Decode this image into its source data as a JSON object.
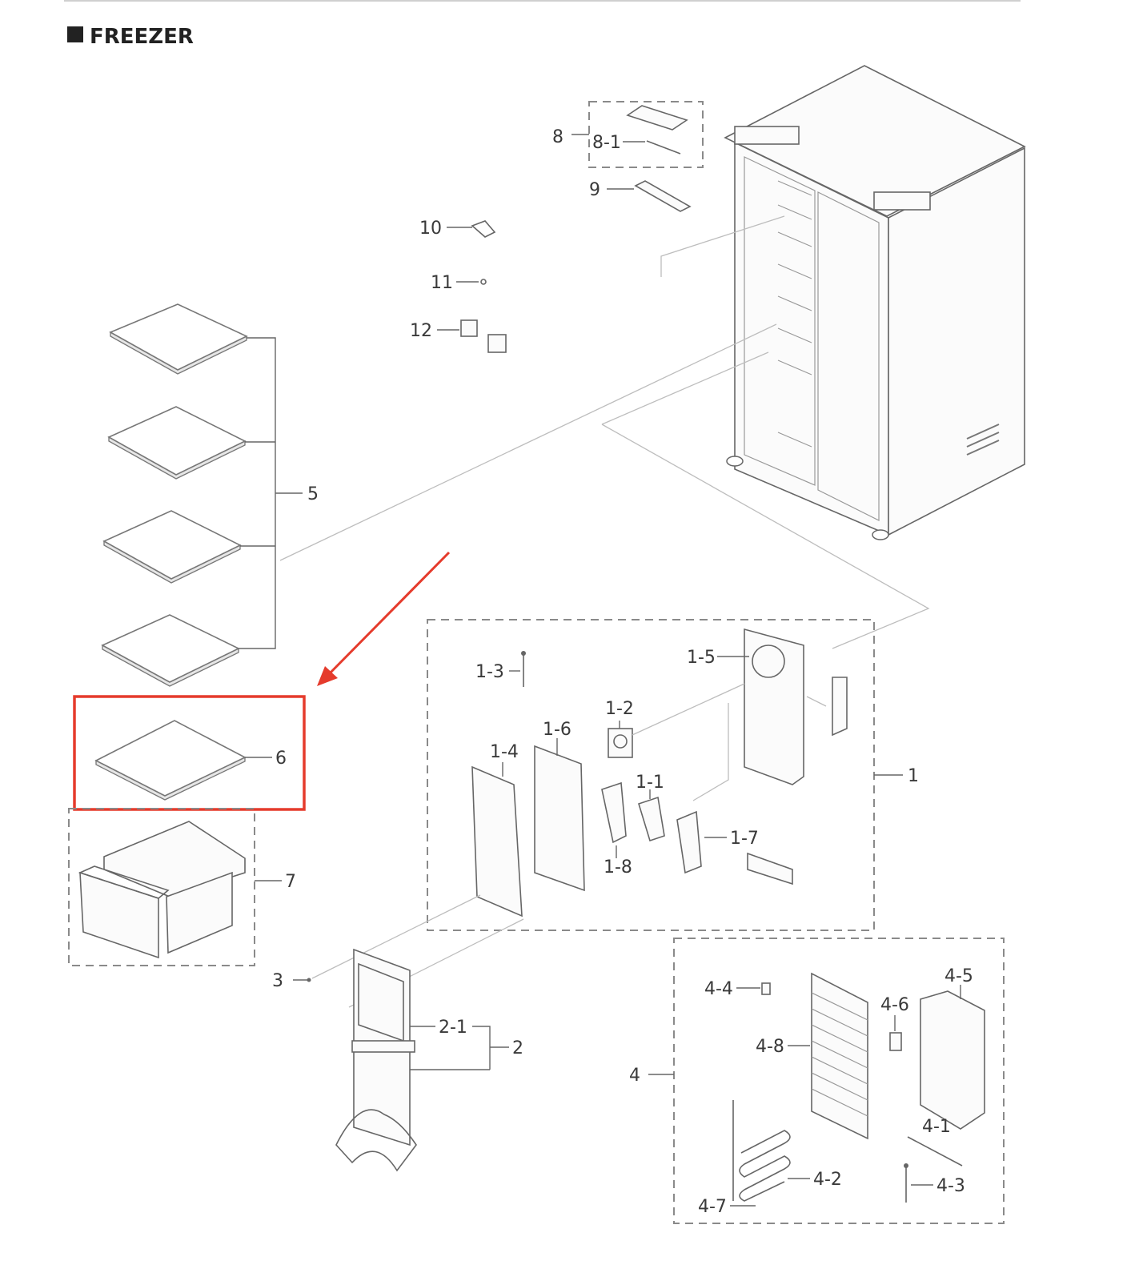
{
  "title": "FREEZER",
  "highlight_color": "#e53b2c",
  "labels": {
    "p1": "1",
    "p1_1": "1-1",
    "p1_2": "1-2",
    "p1_3": "1-3",
    "p1_4": "1-4",
    "p1_5": "1-5",
    "p1_6": "1-6",
    "p1_7": "1-7",
    "p1_8": "1-8",
    "p2": "2",
    "p2_1": "2-1",
    "p3": "3",
    "p4": "4",
    "p4_1": "4-1",
    "p4_2": "4-2",
    "p4_3": "4-3",
    "p4_4": "4-4",
    "p4_5": "4-5",
    "p4_6": "4-6",
    "p4_7": "4-7",
    "p4_8": "4-8",
    "p5": "5",
    "p6": "6",
    "p7": "7",
    "p8": "8",
    "p8_1": "8-1",
    "p9": "9",
    "p10": "10",
    "p11": "11",
    "p12": "12"
  }
}
